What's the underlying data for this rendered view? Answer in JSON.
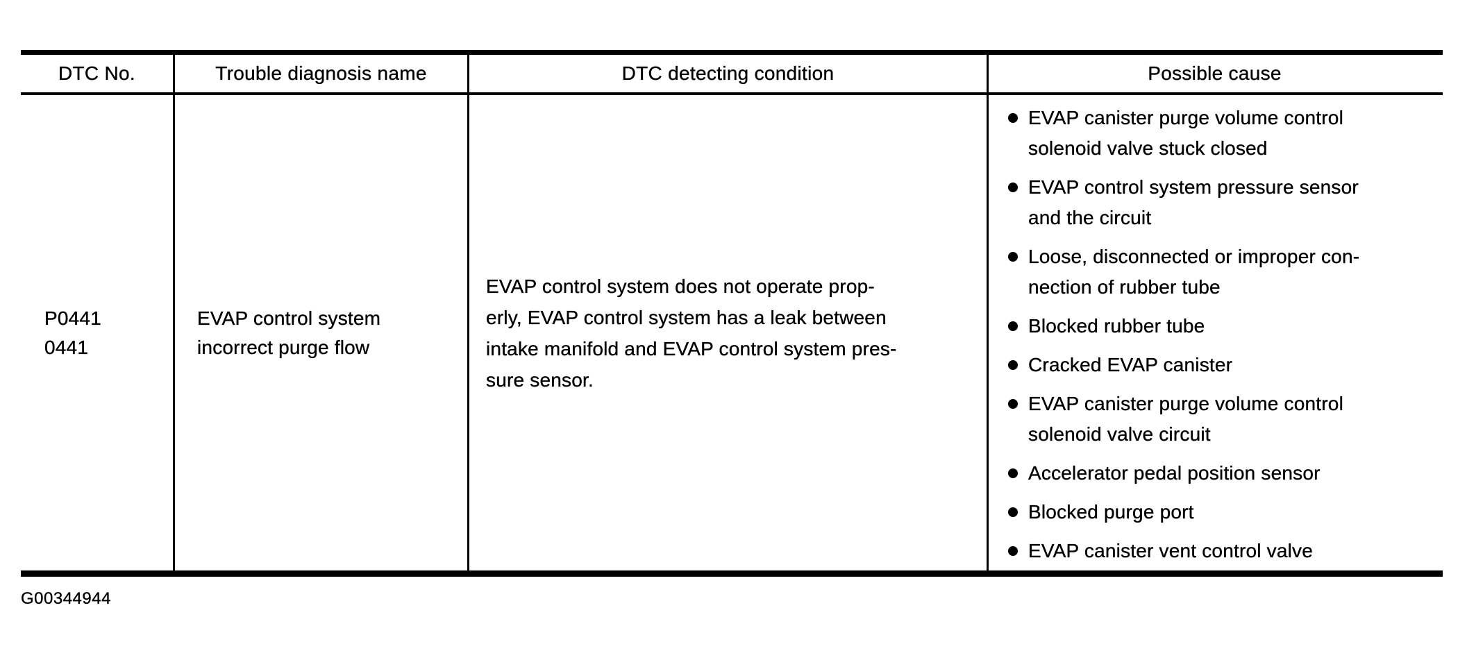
{
  "colors": {
    "text": "#000000",
    "background": "#ffffff",
    "rule": "#000000"
  },
  "table": {
    "headers": {
      "dtc_no": "DTC No.",
      "trouble_diagnosis_name": "Trouble diagnosis name",
      "dtc_detecting_condition": "DTC detecting condition",
      "possible_cause": "Possible cause"
    },
    "rows": [
      {
        "dtc_no_lines": [
          "P0441",
          "0441"
        ],
        "trouble_diagnosis_name_lines": [
          "EVAP control system",
          "incorrect purge flow"
        ],
        "dtc_detecting_condition_lines": [
          "EVAP control system does not operate prop-",
          "erly, EVAP control system has a leak between",
          "intake manifold and EVAP control system pres-",
          "sure sensor."
        ],
        "possible_causes": [
          {
            "lines": [
              "EVAP canister purge volume control",
              "solenoid valve stuck closed"
            ]
          },
          {
            "lines": [
              "EVAP control system pressure sensor",
              "and the circuit"
            ]
          },
          {
            "lines": [
              "Loose, disconnected or improper con-",
              "nection of rubber tube"
            ]
          },
          {
            "lines": [
              "Blocked rubber tube"
            ]
          },
          {
            "lines": [
              "Cracked EVAP canister"
            ]
          },
          {
            "lines": [
              "EVAP canister purge volume control",
              "solenoid valve circuit"
            ]
          },
          {
            "lines": [
              "Accelerator pedal position sensor"
            ]
          },
          {
            "lines": [
              "Blocked purge port"
            ]
          },
          {
            "lines": [
              "EVAP canister vent control valve"
            ]
          }
        ]
      }
    ]
  },
  "footer": {
    "figure_code": "G00344944"
  }
}
